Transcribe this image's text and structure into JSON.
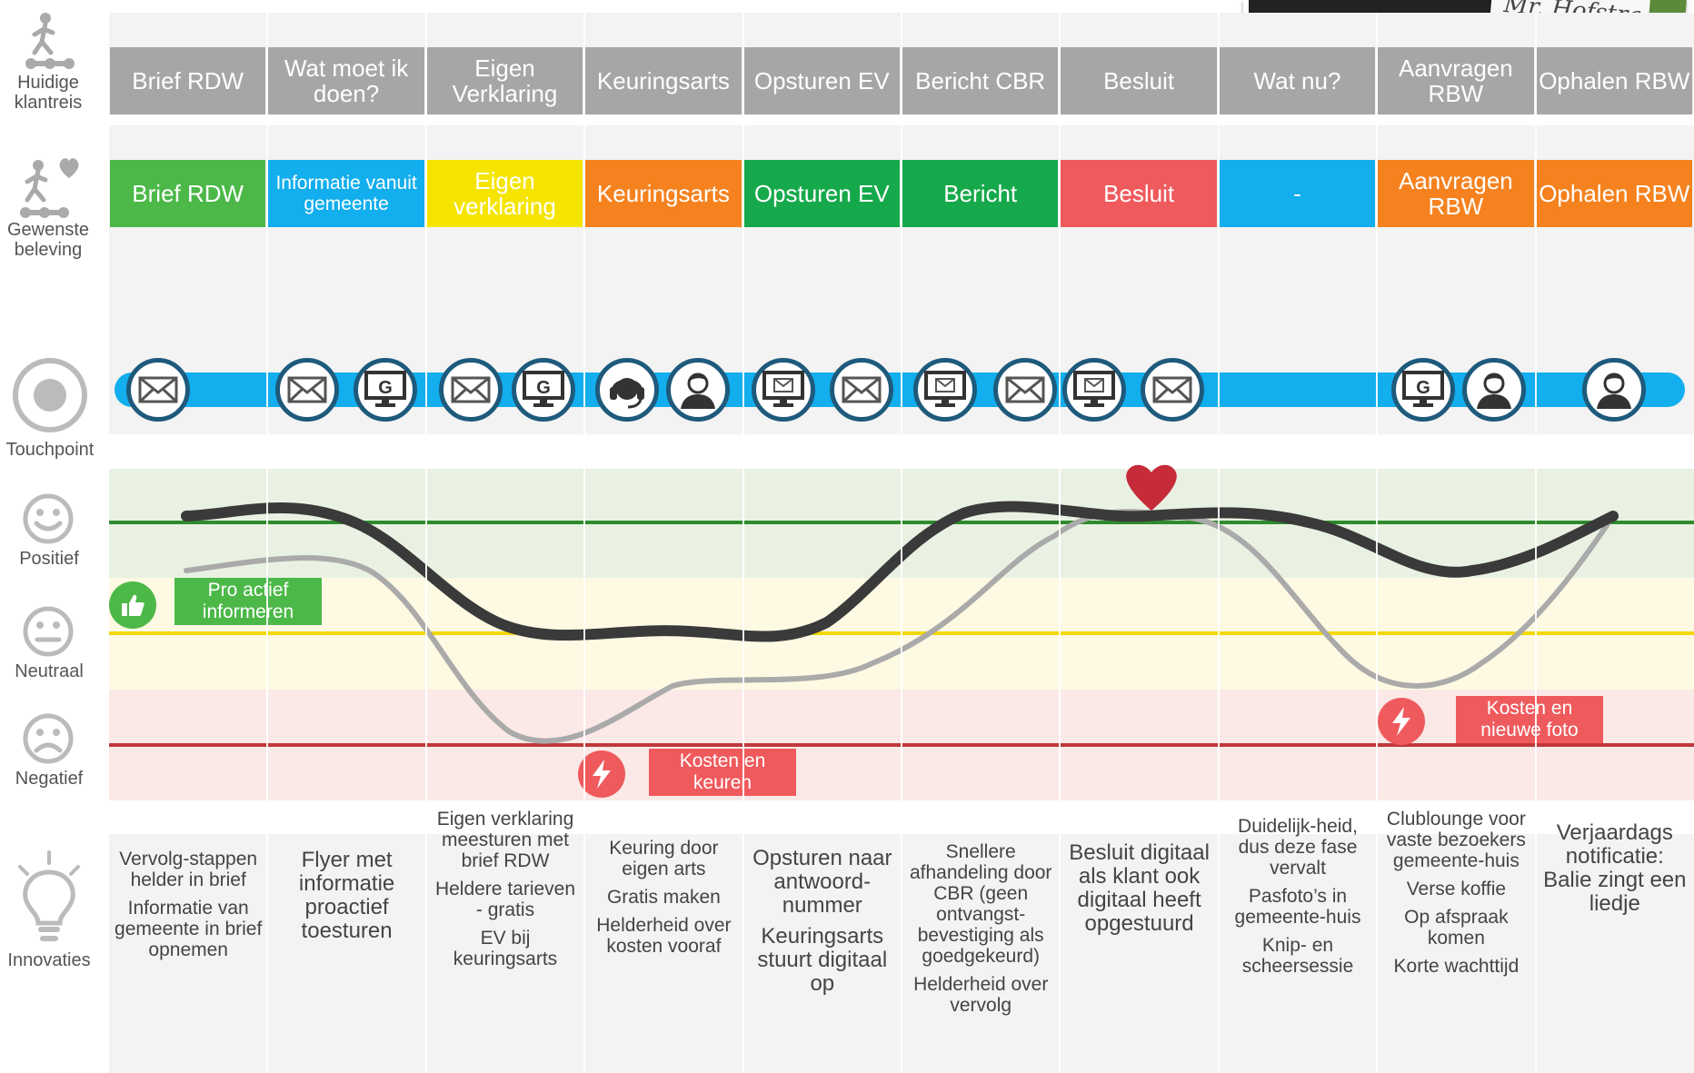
{
  "labels": {
    "journey": "Huidige klantreis",
    "desired": "Gewenste beleving",
    "touchpoint": "Touchpoint",
    "positive": "Positief",
    "neutral": "Neutraal",
    "negative": "Negatief",
    "innovations": "Innovaties"
  },
  "photo_caption": "Mr. Hofstra",
  "journey_steps": [
    "Brief RDW",
    "Wat moet ik doen?",
    "Eigen Verklaring",
    "Keuringsarts",
    "Opsturen EV",
    "Bericht CBR",
    "Besluit",
    "Wat nu?",
    "Aanvragen RBW",
    "Ophalen RBW"
  ],
  "desired_steps": [
    {
      "label": "Brief RDW",
      "color": "#4cb848"
    },
    {
      "label": "Informatie vanuit gemeente",
      "color": "#12aeed"
    },
    {
      "label": "Eigen verklaring",
      "color": "#f5e400"
    },
    {
      "label": "Keuringsarts",
      "color": "#f5821f"
    },
    {
      "label": "Opsturen EV",
      "color": "#16a94b"
    },
    {
      "label": "Bericht",
      "color": "#16a94b"
    },
    {
      "label": "Besluit",
      "color": "#ef5a5d"
    },
    {
      "label": "-",
      "color": "#12aeed"
    },
    {
      "label": "Aanvragen RBW",
      "color": "#f5821f"
    },
    {
      "label": "Ophalen RBW",
      "color": "#f5821f"
    }
  ],
  "touchpoints": [
    "mail-icon",
    "mail-icon",
    "computer-g-icon",
    "mail-icon",
    "computer-g-icon",
    "headset-icon",
    "person-icon",
    "computer-mail-icon",
    "mail-icon",
    "computer-mail-icon",
    "mail-icon",
    "computer-mail-icon",
    "mail-icon",
    "computer-g-icon",
    "person-icon",
    "person-icon"
  ],
  "tags": {
    "pro": "Pro actief informeren",
    "cost1": "Kosten en keuren",
    "cost2": "Kosten en nieuwe foto"
  },
  "colors": {
    "header_gray": "#a6a6a6",
    "touch_line": "#12aeed",
    "positive_line": "#2e8b2e",
    "neutral_line": "#f2d800",
    "negative_line": "#c0383b",
    "current_curve": "#aaaaaa",
    "desired_curve": "#3a3a3a"
  },
  "innovations": [
    [
      "Vervolg-stappen helder in brief",
      "Informatie van gemeente in brief opnemen"
    ],
    [
      "Flyer met informatie proactief toesturen"
    ],
    [
      "Eigen verklaring meesturen met brief RDW",
      "Heldere tarieven - gratis",
      "EV bij keuringsarts"
    ],
    [
      "Keuring door eigen arts",
      "Gratis maken",
      "Helderheid over kosten vooraf"
    ],
    [
      "Opsturen naar antwoord-nummer",
      "Keuringsarts stuurt digitaal op"
    ],
    [
      "Snellere afhandeling door CBR (geen ontvangst-bevestiging als goedgekeurd)",
      "Helderheid over vervolg"
    ],
    [
      "Besluit digitaal als klant ook digitaal heeft opgestuurd"
    ],
    [
      "Duidelijk-heid, dus deze fase vervalt",
      "Pasfoto’s in gemeente-huis",
      "Knip- en scheersessie"
    ],
    [
      "Clublounge voor vaste bezoekers gemeente-huis",
      "Verse koffie",
      "Op afspraak komen",
      "Korte wachttijd"
    ],
    [
      "Verjaardags notificatie: Balie zingt een liedje"
    ]
  ]
}
